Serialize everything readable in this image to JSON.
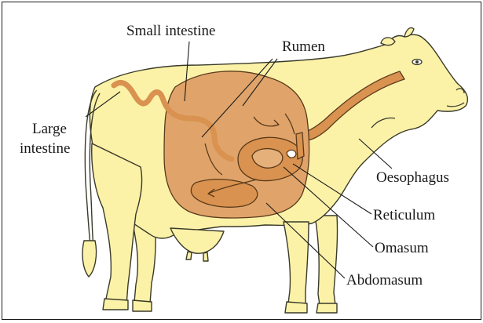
{
  "diagram": {
    "colors": {
      "body_fill": "#fbf2a8",
      "body_outline": "#3a3a2a",
      "stomach_fill": "#e0a46a",
      "tract_fill": "#d9924f",
      "leader_line": "#1a1a1a",
      "text": "#1a1a1a"
    },
    "labels": {
      "small_intestine": "Small intestine",
      "rumen": "Rumen",
      "large_intestine_1": "Large",
      "large_intestine_2": "intestine",
      "oesophagus": "Oesophagus",
      "reticulum": "Reticulum",
      "omasum": "Omasum",
      "abdomasum": "Abdomasum"
    }
  }
}
